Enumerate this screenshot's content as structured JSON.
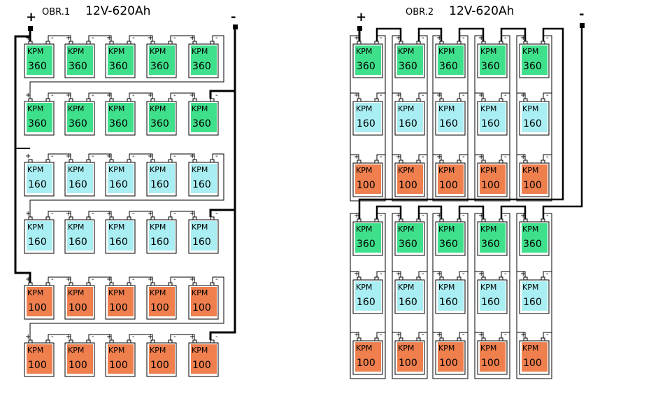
{
  "diagrams": [
    {
      "id": "obr1",
      "label": "OBR.1",
      "spec": "12V-620Ah",
      "plus": "+",
      "minus": "-",
      "rows": [
        "360",
        "360",
        "160",
        "160",
        "100",
        "100"
      ],
      "columns": 5,
      "brand": "KPM"
    },
    {
      "id": "obr2",
      "label": "OBR.2",
      "spec": "12V-620Ah",
      "plus": "+",
      "minus": "-",
      "rows": [
        "360",
        "160",
        "100",
        "360",
        "160",
        "100"
      ],
      "columns": 5,
      "brand": "KPM"
    }
  ],
  "colors": {
    "360": "#3fe08c",
    "160": "#a9eef2",
    "100": "#f07f4e"
  },
  "terminal_plus": "+",
  "terminal_minus": "-"
}
